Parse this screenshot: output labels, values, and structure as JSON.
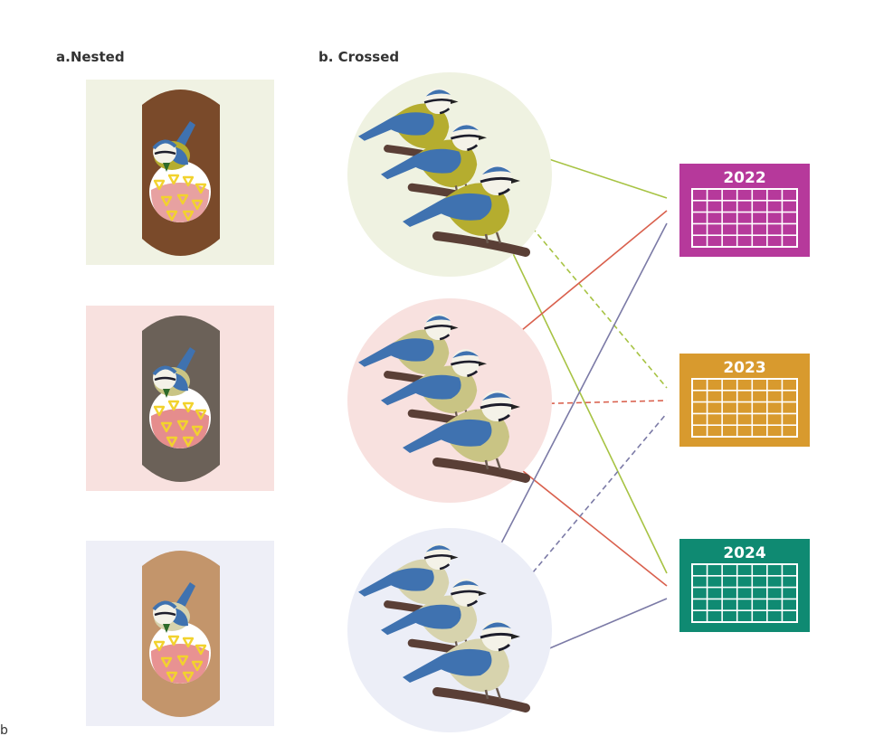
{
  "figure": {
    "panel_a_label": "a.Nested",
    "panel_b_label": "b. Crossed",
    "stray_mark": "b"
  },
  "nested": {
    "rows": [
      {
        "background": "#f0f2e3",
        "box_color": "#7a4a2a",
        "chick_color": "#e7a1a1"
      },
      {
        "background": "#f8e1df",
        "box_color": "#6b6158",
        "chick_color": "#e58d8d"
      },
      {
        "background": "#eeeff7",
        "box_color": "#c3956b",
        "chick_color": "#e89292"
      }
    ]
  },
  "crossed": {
    "groups": [
      {
        "circle_color": "#eff2e1",
        "bird_body": "#b5ad2f",
        "line_color": "#a7c343"
      },
      {
        "circle_color": "#f8e1df",
        "bird_body": "#c9c484",
        "line_color": "#d9604d"
      },
      {
        "circle_color": "#eceef7",
        "bird_body": "#d7d3ad",
        "line_color": "#7b7aa6"
      }
    ],
    "calendars": [
      {
        "year": "2022",
        "color": "#b6399b"
      },
      {
        "year": "2023",
        "color": "#d89a2e"
      },
      {
        "year": "2024",
        "color": "#0f8a72"
      }
    ],
    "links": [
      {
        "from": 0,
        "to": 0,
        "style": "solid"
      },
      {
        "from": 0,
        "to": 1,
        "style": "dashed"
      },
      {
        "from": 0,
        "to": 2,
        "style": "solid"
      },
      {
        "from": 1,
        "to": 0,
        "style": "solid"
      },
      {
        "from": 1,
        "to": 1,
        "style": "dashed"
      },
      {
        "from": 1,
        "to": 2,
        "style": "solid"
      },
      {
        "from": 2,
        "to": 0,
        "style": "solid"
      },
      {
        "from": 2,
        "to": 1,
        "style": "dashed"
      },
      {
        "from": 2,
        "to": 2,
        "style": "solid"
      }
    ],
    "bird_colors": {
      "wing": "#3f72b0",
      "head": "#f4f2e8",
      "eye_stripe": "#1d1d2b",
      "cap": "#3f72b0",
      "branch": "#5a3f36"
    }
  }
}
